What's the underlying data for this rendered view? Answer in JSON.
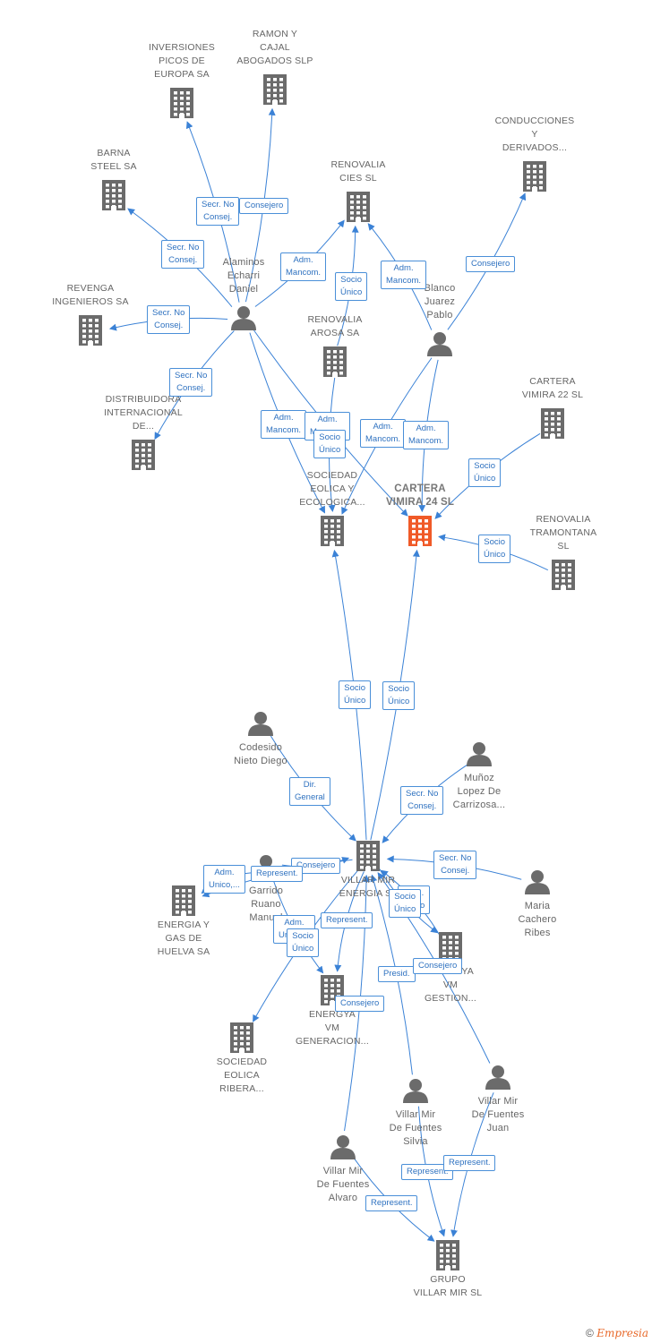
{
  "colors": {
    "edge": "#3b82d6",
    "icon": "#6b6b6b",
    "focus": "#f05a28"
  },
  "nodes": [
    {
      "id": "inversiones",
      "label": "INVERSIONES\nPICOS DE\nEUROPA SA",
      "kind": "company"
    },
    {
      "id": "ramon",
      "label": "RAMON Y\nCAJAL\nABOGADOS  SLP",
      "kind": "company"
    },
    {
      "id": "conducciones",
      "label": "CONDUCCIONES\nY\nDERIVADOS...",
      "kind": "company"
    },
    {
      "id": "barna",
      "label": "BARNA\nSTEEL SA",
      "kind": "company"
    },
    {
      "id": "renov_cies",
      "label": "RENOVALIA\nCIES  SL",
      "kind": "company"
    },
    {
      "id": "alaminos",
      "label": "Alaminos\nEcharri\nDaniel",
      "kind": "person"
    },
    {
      "id": "revenga",
      "label": "REVENGA\nINGENIEROS SA",
      "kind": "company"
    },
    {
      "id": "blanco",
      "label": "Blanco\nJuarez\nPablo",
      "kind": "person"
    },
    {
      "id": "renov_arosa",
      "label": "RENOVALIA\nAROSA SA",
      "kind": "company"
    },
    {
      "id": "cartera22",
      "label": "CARTERA\nVIMIRA 22  SL",
      "kind": "company"
    },
    {
      "id": "distribuidora",
      "label": "DISTRIBUIDORA\nINTERNACIONAL\nDE...",
      "kind": "company"
    },
    {
      "id": "sociedad_eolica",
      "label": "SOCIEDAD\nEOLICA Y\nECOLOGICA...",
      "kind": "company"
    },
    {
      "id": "cartera24",
      "label": "CARTERA\nVIMIRA 24  SL",
      "kind": "focus"
    },
    {
      "id": "renov_tramontana",
      "label": "RENOVALIA\nTRAMONTANA\nSL",
      "kind": "company"
    },
    {
      "id": "codesido",
      "label": "Codesido\nNieto Diego",
      "kind": "person"
    },
    {
      "id": "munoz",
      "label": "Muñoz\nLopez De\nCarrizosa...",
      "kind": "person"
    },
    {
      "id": "villar_mir",
      "label": "VILLAR MIR\nENERGIA  SL",
      "kind": "company"
    },
    {
      "id": "garrido",
      "label": "Garrido\nRuano\nManuel",
      "kind": "person"
    },
    {
      "id": "maria",
      "label": "Maria\nCachero\nRibes",
      "kind": "person"
    },
    {
      "id": "energia_gas",
      "label": "ENERGIA Y\nGAS DE\nHUELVA SA",
      "kind": "company"
    },
    {
      "id": "vm_gestion",
      "label": "ENERGYA\nVM\nGESTION...",
      "kind": "company"
    },
    {
      "id": "energya_gen",
      "label": "ENERGYA\nVM\nGENERACION...",
      "kind": "company"
    },
    {
      "id": "sociedad_ribera",
      "label": "SOCIEDAD\nEOLICA\nRIBERA...",
      "kind": "company"
    },
    {
      "id": "silvia",
      "label": "Villar Mir\nDe Fuentes\nSilvia",
      "kind": "person"
    },
    {
      "id": "juan",
      "label": "Villar Mir\nDe Fuentes\nJuan",
      "kind": "person"
    },
    {
      "id": "alvaro",
      "label": "Villar Mir\nDe Fuentes\nAlvaro",
      "kind": "person"
    },
    {
      "id": "grupo",
      "label": "GRUPO\nVILLAR MIR SL",
      "kind": "company"
    }
  ],
  "edges": [
    {
      "from": "alaminos",
      "to": "inversiones",
      "label": "Secr.  No\nConsej."
    },
    {
      "from": "alaminos",
      "to": "ramon",
      "label": "Consejero"
    },
    {
      "from": "alaminos",
      "to": "barna",
      "label": "Secr.  No\nConsej."
    },
    {
      "from": "alaminos",
      "to": "renov_cies",
      "label": "Adm.\nMancom."
    },
    {
      "from": "alaminos",
      "to": "revenga",
      "label": "Secr.  No\nConsej."
    },
    {
      "from": "alaminos",
      "to": "distribuidora",
      "label": "Secr.  No\nConsej."
    },
    {
      "from": "alaminos",
      "to": "sociedad_eolica",
      "label": "Adm.\nMancom."
    },
    {
      "from": "alaminos",
      "to": "cartera24",
      "label": "Adm.\nMancom."
    },
    {
      "from": "renov_arosa",
      "to": "renov_cies",
      "label": "Socio\nÚnico"
    },
    {
      "from": "blanco",
      "to": "renov_cies",
      "label": "Adm.\nMancom."
    },
    {
      "from": "blanco",
      "to": "conducciones",
      "label": "Consejero"
    },
    {
      "from": "renov_arosa",
      "to": "sociedad_eolica",
      "label": "Socio\nÚnico"
    },
    {
      "from": "blanco",
      "to": "sociedad_eolica",
      "label": "Adm.\nMancom."
    },
    {
      "from": "blanco",
      "to": "cartera24",
      "label": "Adm.\nMancom."
    },
    {
      "from": "cartera22",
      "to": "cartera24",
      "label": "Socio\nÚnico"
    },
    {
      "from": "renov_tramontana",
      "to": "cartera24",
      "label": "Socio\nÚnico"
    },
    {
      "from": "villar_mir",
      "to": "sociedad_eolica",
      "label": "Socio\nÚnico"
    },
    {
      "from": "villar_mir",
      "to": "cartera24",
      "label": "Socio\nÚnico"
    },
    {
      "from": "codesido",
      "to": "villar_mir",
      "label": "Dir.\nGeneral"
    },
    {
      "from": "munoz",
      "to": "villar_mir",
      "label": "Secr.  No\nConsej."
    },
    {
      "from": "maria",
      "to": "villar_mir",
      "label": "Secr.  No\nConsej."
    },
    {
      "from": "garrido",
      "to": "villar_mir",
      "label": "Consejero"
    },
    {
      "from": "villar_mir",
      "to": "energia_gas",
      "label": "Represent."
    },
    {
      "from": "garrido",
      "to": "energia_gas",
      "label": "Adm.\nUnico,..."
    },
    {
      "from": "villar_mir",
      "to": "energya_gen",
      "label": "Represent."
    },
    {
      "from": "garrido",
      "to": "energya_gen",
      "label": "Adm.\nUnico,..."
    },
    {
      "from": "villar_mir",
      "to": "sociedad_ribera",
      "label": "Socio\nÚnico"
    },
    {
      "from": "vm_gestion",
      "to": "villar_mir",
      "label": "Adm.\nUnico"
    },
    {
      "from": "villar_mir",
      "to": "vm_gestion",
      "label": "Socio\nÚnico"
    },
    {
      "from": "silvia",
      "to": "villar_mir",
      "label": "Presid."
    },
    {
      "from": "juan",
      "to": "villar_mir",
      "label": "Consejero"
    },
    {
      "from": "alvaro",
      "to": "villar_mir",
      "label": "Consejero"
    },
    {
      "from": "alvaro",
      "to": "grupo",
      "label": "Represent."
    },
    {
      "from": "silvia",
      "to": "grupo",
      "label": "Represent."
    },
    {
      "from": "juan",
      "to": "grupo",
      "label": "Represent."
    }
  ],
  "footer": {
    "copyright": "©",
    "brand": "Empresia"
  }
}
